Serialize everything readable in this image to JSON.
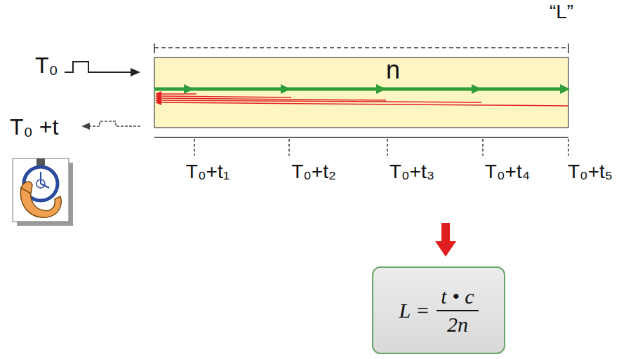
{
  "diagram": {
    "nodes": [
      {
        "text": [
          "n"
        ]
      },
      {
        "text": [
          "L =",
          "t • c",
          "2n"
        ]
      }
    ],
    "labels": [
      "“L”",
      "T₀",
      "T₀ +t",
      "T₀+t₁",
      "T₀+t₂",
      "T₀+t₃",
      "T₀+t₄",
      "T₀+t₅"
    ]
  }
}
